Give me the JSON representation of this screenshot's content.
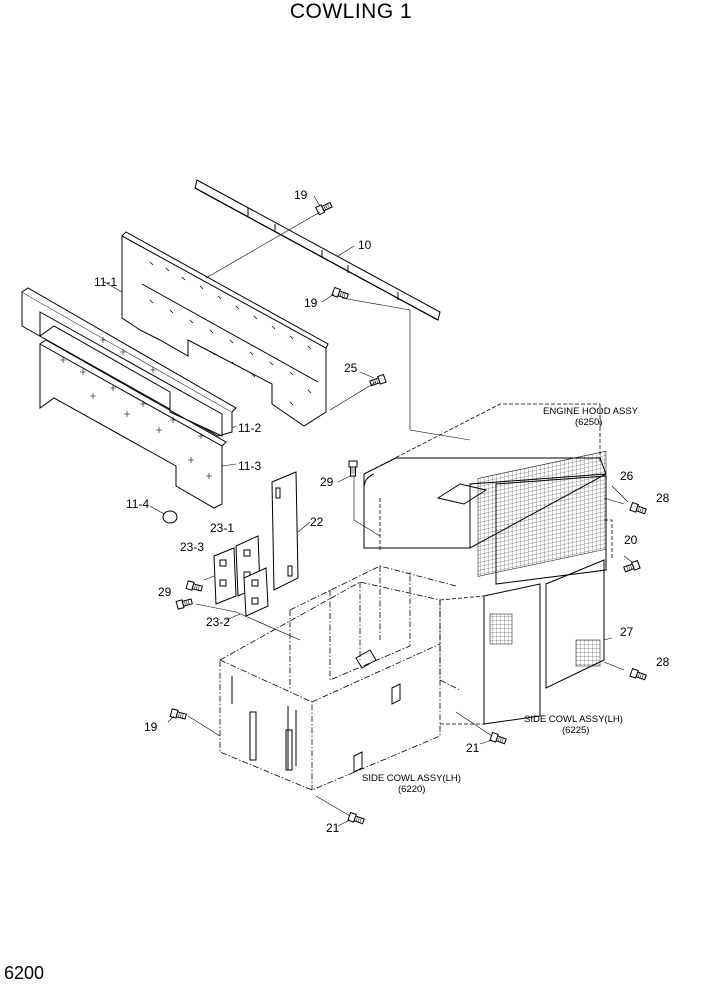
{
  "title": "COWLING 1",
  "page_number": "6200",
  "part_labels": {
    "p19a": "19",
    "p10": "10",
    "p11_1": "11-1",
    "p19b": "19",
    "p25": "25",
    "p11_2": "11-2",
    "p11_3": "11-3",
    "p11_4": "11-4",
    "p29a": "29",
    "p26": "26",
    "p28a": "28",
    "p22": "22",
    "p23_1": "23-1",
    "p23_3": "23-3",
    "p20": "20",
    "p29b": "29",
    "p23_2": "23-2",
    "p27": "27",
    "p28b": "28",
    "p19c": "19",
    "p21a": "21",
    "p21b": "21"
  },
  "assemblies": {
    "engine_hood": {
      "name": "ENGINE HOOD ASSY",
      "code": "(6250)"
    },
    "side_cowl_rh": {
      "name": "SIDE COWL ASSY(LH)",
      "code": "(6225)"
    },
    "side_cowl_lh": {
      "name": "SIDE COWL ASSY(LH)",
      "code": "(6220)"
    }
  }
}
